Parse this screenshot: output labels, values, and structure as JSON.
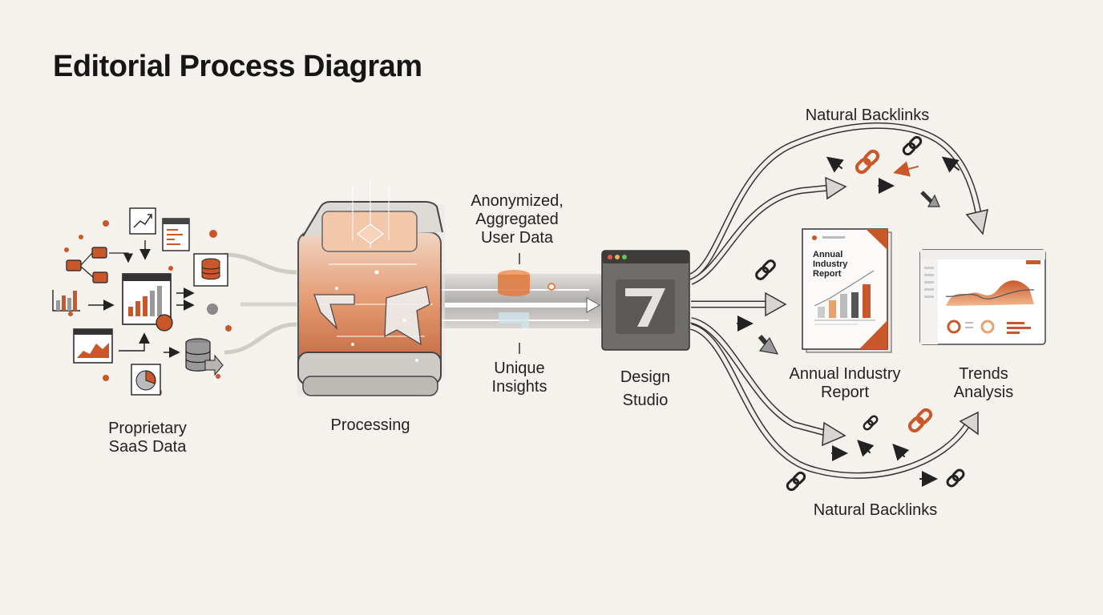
{
  "title": "Editorial Process Diagram",
  "labels": {
    "source": [
      "Proprietary",
      "SaaS Data"
    ],
    "processing": "Processing",
    "anonymized": [
      "Anonymized,",
      "Aggregated",
      "User Data"
    ],
    "insights": [
      "Unique",
      "Insights"
    ],
    "design": [
      "Design",
      "Studio"
    ],
    "report": [
      "Annual Industry",
      "Report"
    ],
    "trends": [
      "Trends",
      "Analysis"
    ],
    "backlinks_top": "Natural Backlinks",
    "backlinks_bottom": "Natural Backlinks"
  },
  "report_doc_title": [
    "Annual",
    "Industry",
    "Report"
  ],
  "colors": {
    "accent": "#c8582a",
    "accent_light": "#e8a07a",
    "ink": "#222222",
    "grey": "#7d7d7d",
    "background": "#f5f2ee"
  },
  "icons": [
    "bar-chart-icon",
    "line-chart-icon",
    "area-chart-icon",
    "pie-chart-icon",
    "database-icon",
    "flowchart-icon",
    "chain-link-icon",
    "arrow-icon",
    "browser-window-icon"
  ]
}
